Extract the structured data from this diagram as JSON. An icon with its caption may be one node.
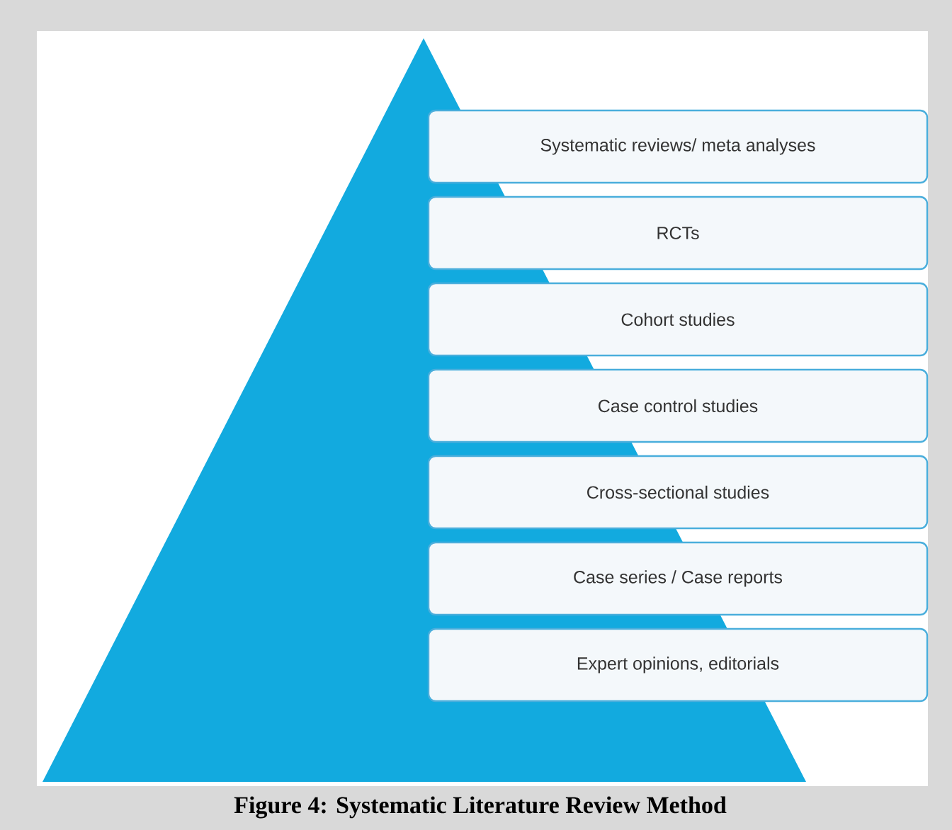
{
  "diagram": {
    "caption": "Figure 4: Systematic Literature Review Method",
    "nodes": [
      {
        "text": [
          "Systematic reviews/ meta analyses"
        ]
      },
      {
        "text": [
          "RCTs"
        ]
      },
      {
        "text": [
          "Cohort studies"
        ]
      },
      {
        "text": [
          "Case control studies"
        ]
      },
      {
        "text": [
          "Cross-sectional studies"
        ]
      },
      {
        "text": [
          "Case series / Case reports"
        ]
      },
      {
        "text": [
          "Expert opinions, editorials"
        ]
      }
    ]
  }
}
